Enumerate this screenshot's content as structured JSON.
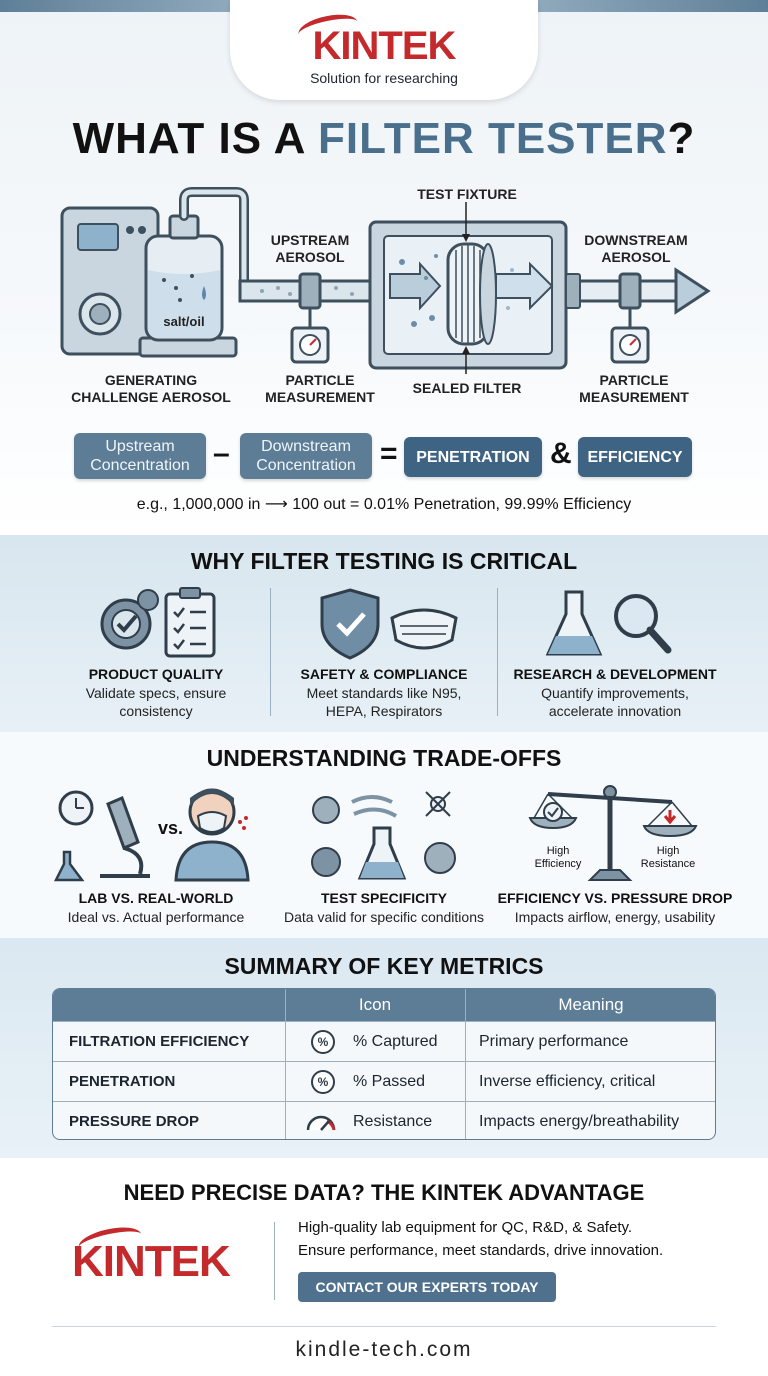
{
  "brand": {
    "name": "KINTEK",
    "tagline": "Solution for researching",
    "site": "kindle-tech.com"
  },
  "title": {
    "prefix": "WHAT IS A ",
    "accent": "FILTER TESTER",
    "suffix": "?"
  },
  "diagram": {
    "bottle_label": "salt/oil",
    "labels": {
      "test_fixture": "TEST FIXTURE",
      "upstream_aerosol": [
        "UPSTREAM",
        "AEROSOL"
      ],
      "downstream_aerosol": [
        "DOWNSTREAM",
        "AEROSOL"
      ],
      "generating": [
        "GENERATING",
        "CHALLENGE AEROSOL"
      ],
      "particle_measurement_1": [
        "PARTICLE",
        "MEASUREMENT"
      ],
      "sealed_filter": "SEALED FILTER",
      "particle_measurement_2": [
        "PARTICLE",
        "MEASUREMENT"
      ]
    }
  },
  "equation": {
    "upstream": [
      "Upstream",
      "Concentration"
    ],
    "minus": "–",
    "downstream": [
      "Downstream",
      "Concentration"
    ],
    "equals": "=",
    "penetration": "PENETRATION",
    "and": "&",
    "efficiency": "EFFICIENCY",
    "example": "e.g., 1,000,000 in ⟶ 100 out = 0.01% Penetration, 99.99% Efficiency"
  },
  "why": {
    "title": "WHY FILTER TESTING IS CRITICAL",
    "items": [
      {
        "title": "PRODUCT QUALITY",
        "text": [
          "Validate specs, ensure",
          "consistency"
        ],
        "icon": "gear-checklist-icon"
      },
      {
        "title": "SAFETY & COMPLIANCE",
        "text": [
          "Meet standards like N95,",
          "HEPA, Respirators"
        ],
        "icon": "shield-mask-icon"
      },
      {
        "title": "RESEARCH & DEVELOPMENT",
        "text": [
          "Quantify improvements,",
          "accelerate innovation"
        ],
        "icon": "flask-magnifier-icon"
      }
    ]
  },
  "tradeoffs": {
    "title": "UNDERSTANDING TRADE-OFFS",
    "vs": "vs.",
    "scale_left": [
      "High",
      "Efficiency"
    ],
    "scale_right": [
      "High",
      "Resistance"
    ],
    "items": [
      {
        "title": "LAB VS. REAL-WORLD",
        "text": "Ideal vs. Actual performance",
        "icon": "lab-vs-person-icon"
      },
      {
        "title": "TEST SPECIFICITY",
        "text": "Data valid for specific conditions",
        "icon": "particles-flask-icon"
      },
      {
        "title": "EFFICIENCY VS. PRESSURE DROP",
        "text": "Impacts airflow, energy, usability",
        "icon": "balance-scale-icon"
      }
    ]
  },
  "metrics": {
    "title": "SUMMARY OF KEY METRICS",
    "headers": [
      "",
      "Icon",
      "Meaning"
    ],
    "rows": [
      {
        "metric": "FILTRATION EFFICIENCY",
        "icon_label": "% Captured",
        "meaning": "Primary performance",
        "icon": "percent-arrow-icon"
      },
      {
        "metric": "PENETRATION",
        "icon_label": "% Passed",
        "meaning": "Inverse efficiency, critical",
        "icon": "percent-arrow-icon"
      },
      {
        "metric": "PRESSURE DROP",
        "icon_label": "Resistance",
        "meaning": "Impacts energy/breathability",
        "icon": "gauge-icon"
      }
    ]
  },
  "cta": {
    "title": "NEED PRECISE DATA? THE KINTEK ADVANTAGE",
    "line1": "High-quality lab equipment for QC, R&D, & Safety.",
    "line2": "Ensure performance, meet standards, drive innovation.",
    "button": "CONTACT OUR EXPERTS TODAY"
  },
  "colors": {
    "brand_red": "#c42a2c",
    "steel_blue": "#4a6f8c",
    "box_blue": "#5d7d96"
  }
}
